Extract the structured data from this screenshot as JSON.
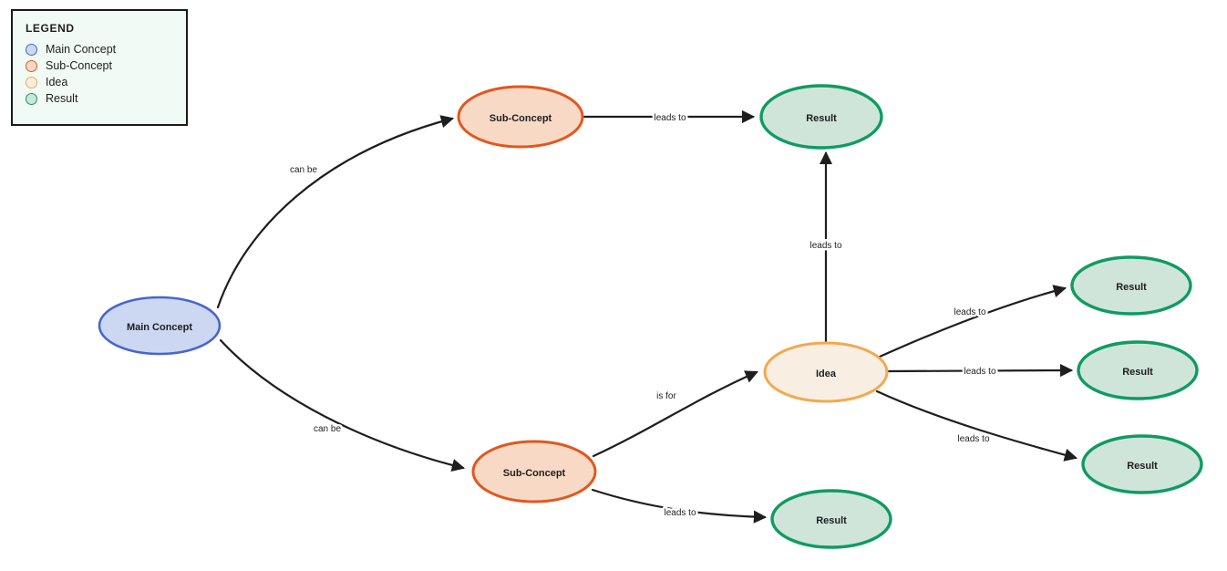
{
  "legend": {
    "title": "LEGEND",
    "items": [
      {
        "label": "Main Concept",
        "fill": "#ccd7f2",
        "stroke": "#4665d2"
      },
      {
        "label": "Sub-Concept",
        "fill": "#f8d9c5",
        "stroke": "#e2571e"
      },
      {
        "label": "Idea",
        "fill": "#f8efe2",
        "stroke": "#f2a94f"
      },
      {
        "label": "Result",
        "fill": "#cfe5da",
        "stroke": "#0f9b62"
      }
    ]
  },
  "diagram": {
    "canvas_background": "#ffffff",
    "edge_color": "#1e1e1e",
    "nodes": [
      {
        "id": "main-concept",
        "label": "Main Concept",
        "type": "main-concept"
      },
      {
        "id": "sub-concept-top",
        "label": "Sub-Concept",
        "type": "sub-concept"
      },
      {
        "id": "sub-concept-bottom",
        "label": "Sub-Concept",
        "type": "sub-concept"
      },
      {
        "id": "idea",
        "label": "Idea",
        "type": "idea"
      },
      {
        "id": "result-top",
        "label": "Result",
        "type": "result"
      },
      {
        "id": "result-right-1",
        "label": "Result",
        "type": "result"
      },
      {
        "id": "result-right-2",
        "label": "Result",
        "type": "result"
      },
      {
        "id": "result-right-3",
        "label": "Result",
        "type": "result"
      },
      {
        "id": "result-bottom",
        "label": "Result",
        "type": "result"
      }
    ],
    "edges": [
      {
        "from": "main-concept",
        "to": "sub-concept-top",
        "label": "can be"
      },
      {
        "from": "main-concept",
        "to": "sub-concept-bottom",
        "label": "can be"
      },
      {
        "from": "sub-concept-top",
        "to": "result-top",
        "label": "leads to"
      },
      {
        "from": "idea",
        "to": "result-top",
        "label": "leads to"
      },
      {
        "from": "sub-concept-bottom",
        "to": "idea",
        "label": "is for"
      },
      {
        "from": "idea",
        "to": "result-right-1",
        "label": "leads to"
      },
      {
        "from": "idea",
        "to": "result-right-2",
        "label": "leads to"
      },
      {
        "from": "idea",
        "to": "result-right-3",
        "label": "leads to"
      },
      {
        "from": "sub-concept-bottom",
        "to": "result-bottom",
        "label": "leads to"
      }
    ]
  }
}
